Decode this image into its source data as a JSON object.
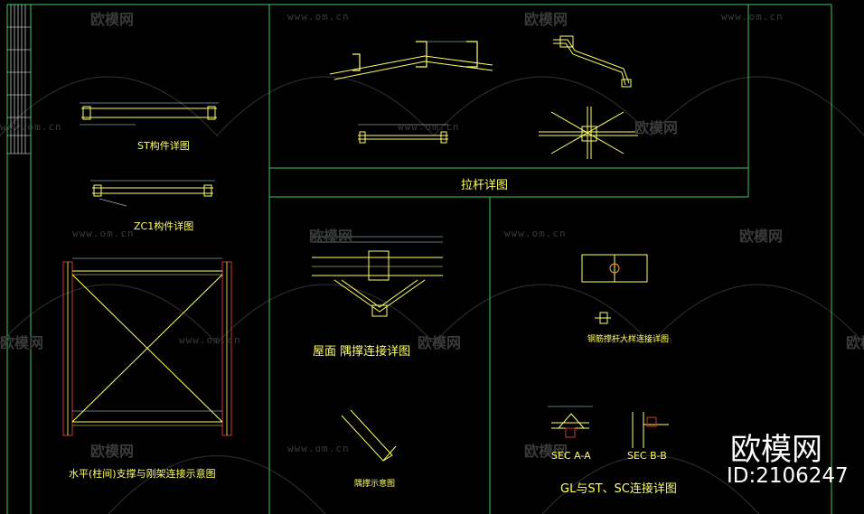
{
  "titles": {
    "st_detail": "ST构件详图",
    "zc1_detail": "ZC1构件详图",
    "bracing_diagram": "水平(柱间)支撑与刚架连接示意图",
    "tie_rod_detail": "拉杆详图",
    "roof_brace_detail": "屋面  隅撑连接详图",
    "brace_diagram": "隅撑示意图",
    "gl_st_sc_detail": "GL与ST、SC连接详图",
    "sec_aa": "SEC A-A",
    "sec_bb": "SEC B-B",
    "steel_brace_note": "钢筋撑杆大样连接详图"
  },
  "watermark": {
    "brand": "欧模网",
    "url": "www.om.cn"
  },
  "brand_overlay": {
    "name": "欧模网",
    "id": "ID:2106247"
  },
  "colors": {
    "background": "#000000",
    "frame": "#33cc66",
    "drawing": "#ffff66",
    "member_red": "#cc3333",
    "watermark": "#3a3a3a"
  }
}
